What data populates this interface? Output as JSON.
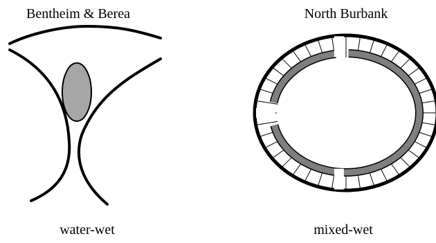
{
  "panels": [
    {
      "title": "Bentheim & Berea",
      "caption": "water-wet",
      "fill_color": "#a6a6a6"
    },
    {
      "title": "North Burbank",
      "caption": "mixed-wet",
      "fill_color": "#7f7f7f"
    }
  ],
  "colors": {
    "stroke": "#000000",
    "background": "#ffffff"
  }
}
